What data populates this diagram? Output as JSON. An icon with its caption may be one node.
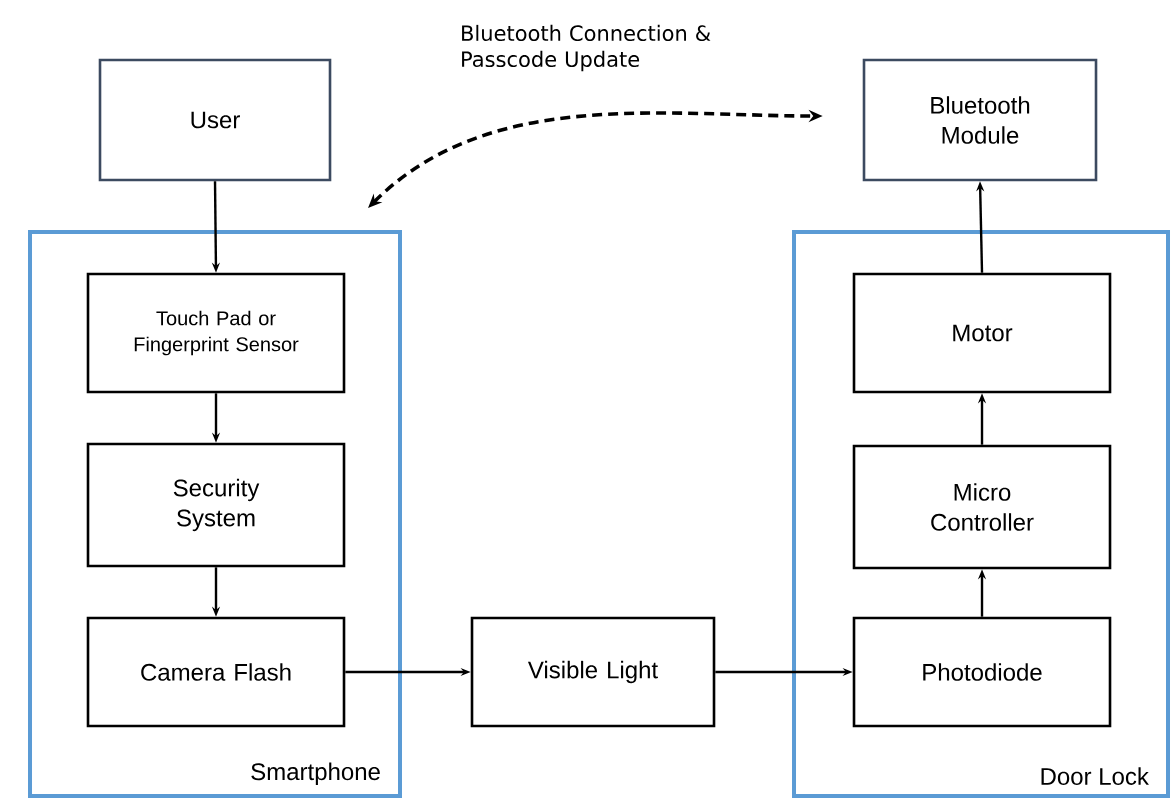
{
  "diagram": {
    "nodes": [
      {
        "text": [
          "User"
        ]
      },
      {
        "text": [
          "Smartphone"
        ]
      },
      {
        "text": [
          "Touch Pad or Fingerprint Sensor"
        ],
        "in": 1
      },
      {
        "text": [
          "Security System"
        ],
        "in": 1
      },
      {
        "text": [
          "Camera Flash"
        ],
        "in": 1
      },
      {
        "text": [
          "Visible Light"
        ]
      },
      {
        "text": [
          "Door Lock"
        ]
      },
      {
        "text": [
          "Photodiode"
        ],
        "in": 6
      },
      {
        "text": [
          "Micro Controller"
        ],
        "in": 6
      },
      {
        "text": [
          "Motor"
        ],
        "in": 6
      },
      {
        "text": [
          "Bluetooth Module"
        ]
      }
    ],
    "edges": [
      {
        "from": 0,
        "to": 2,
        "arrow": "to"
      },
      {
        "from": 2,
        "to": 3,
        "arrow": "to"
      },
      {
        "from": 3,
        "to": 4,
        "arrow": "to"
      },
      {
        "from": 4,
        "to": 5,
        "arrow": "to"
      },
      {
        "from": 5,
        "to": 7,
        "arrow": "to"
      },
      {
        "from": 7,
        "to": 8,
        "arrow": "to"
      },
      {
        "from": 8,
        "to": 9,
        "arrow": "to"
      },
      {
        "from": 9,
        "to": 10,
        "arrow": "to"
      },
      {
        "from": 1,
        "to": 10,
        "arrow": "both",
        "style": "dashed",
        "label": "Bluetooth Connection & Passcode Update"
      }
    ]
  }
}
